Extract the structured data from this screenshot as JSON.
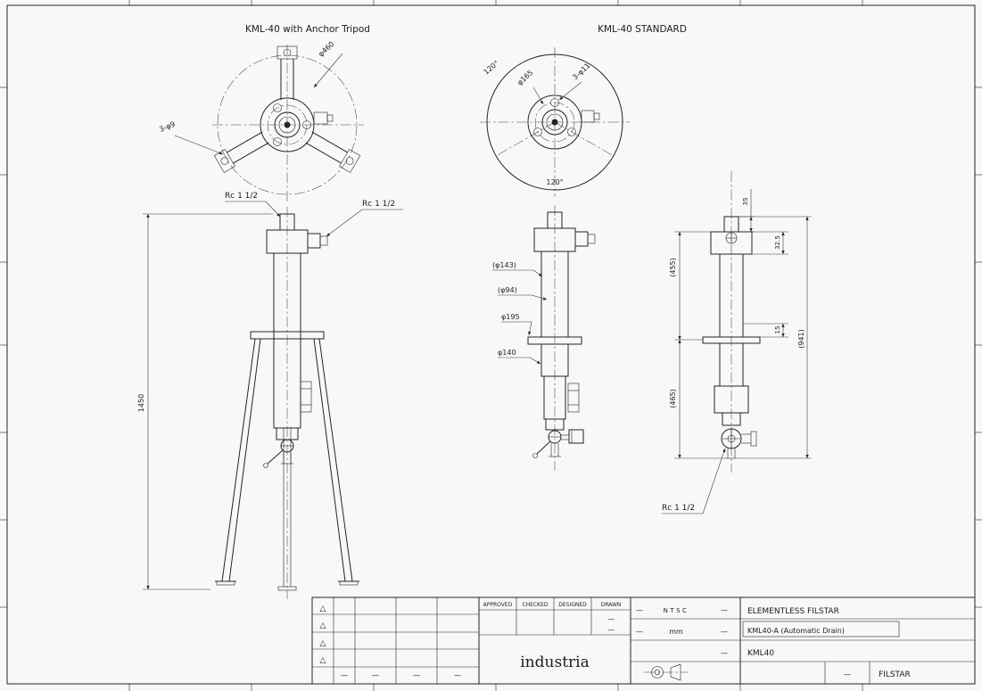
{
  "colors": {
    "paper": "#f8f8f6",
    "ink": "#24242a"
  },
  "sheet": {
    "tripod_title": "KML-40 with Anchor Tripod",
    "standard_title": "KML-40 STANDARD"
  },
  "dims": {
    "rc_top_left": "Rc 1 1/2",
    "rc_top_right": "Rc 1 1/2",
    "rc_drain": "Rc 1 1/2",
    "tripod_anchor_holes": "3-φ9",
    "tripod_anchor_circle": "φ460",
    "tripod_height": "1450",
    "angle_top": "120°",
    "angle_bottom": "120°",
    "bolt_circle_dia": "φ165",
    "bolt_holes": "3-φ11",
    "body_dia": "(φ143)",
    "inner_dia": "(φ94)",
    "flange_dia": "φ195",
    "bowl_dia": "φ140",
    "nipple_len": "35",
    "upper_len": "(455)",
    "lower_len": "(465)",
    "head_len": "32.5",
    "flange_thk": "15",
    "overall_len": "(941)"
  },
  "title_block": {
    "approved": "APPROVED",
    "checked": "CHECKED",
    "designed": "DESIGNED",
    "drawn": "DRAWN",
    "scale": "NTSC",
    "units": "mm",
    "company": "industria",
    "product": "ELEMENTLESS FILSTAR",
    "model": "KML40-A (Automatic Drain)",
    "series": "KML40",
    "brand": "FILSTAR",
    "rev_marker": "△",
    "dash": "—"
  }
}
